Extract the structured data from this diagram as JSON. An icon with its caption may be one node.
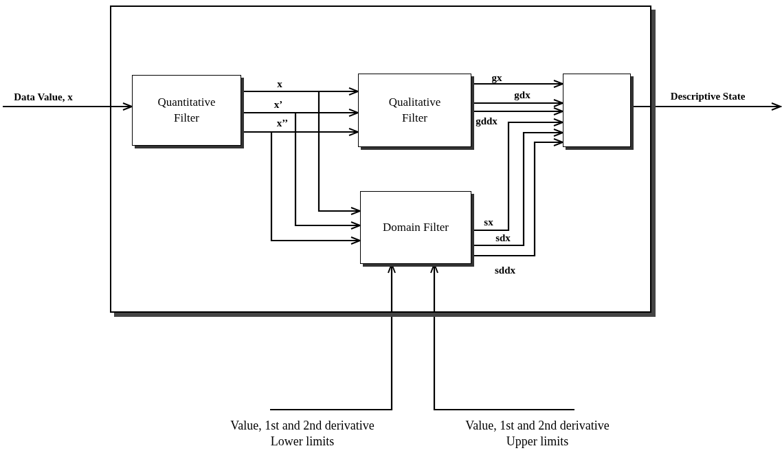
{
  "diagram": {
    "nodes": [
      {
        "text": [],
        "shape": "box"
      },
      {
        "text": [
          "Quantitative Filter"
        ],
        "in": 0
      },
      {
        "text": [
          "Qualitative Filter"
        ],
        "in": 0
      },
      {
        "text": [
          "Domain Filter"
        ],
        "in": 0
      },
      {
        "text": [],
        "shape": "box",
        "in": 0
      },
      {
        "text": [
          "Value, 1st and 2nd derivative Lower limits"
        ]
      },
      {
        "text": [
          "Value, 1st and 2nd derivative Upper limits"
        ]
      }
    ],
    "edges": [
      {
        "from": null,
        "to": 1,
        "arrow": "to",
        "label": "Data Value, x"
      },
      {
        "from": 1,
        "to": 2,
        "arrow": "to",
        "label": "x"
      },
      {
        "from": 1,
        "to": 2,
        "arrow": "to",
        "label": "x’"
      },
      {
        "from": 1,
        "to": 2,
        "arrow": "to",
        "label": "x’’"
      },
      {
        "from": 1,
        "to": 3,
        "arrow": "to"
      },
      {
        "from": 1,
        "to": 3,
        "arrow": "to"
      },
      {
        "from": 1,
        "to": 3,
        "arrow": "to"
      },
      {
        "from": 2,
        "to": 4,
        "arrow": "to",
        "label": "gx"
      },
      {
        "from": 2,
        "to": 4,
        "arrow": "to",
        "label": "gdx"
      },
      {
        "from": 2,
        "to": 4,
        "arrow": "to",
        "label": "gddx"
      },
      {
        "from": 3,
        "to": 4,
        "arrow": "to",
        "label": "sx"
      },
      {
        "from": 3,
        "to": 4,
        "arrow": "to",
        "label": "sdx"
      },
      {
        "from": 3,
        "to": 4,
        "arrow": "to",
        "label": "sddx"
      },
      {
        "from": 4,
        "to": null,
        "arrow": "to",
        "label": "Descriptive State"
      },
      {
        "from": 5,
        "to": 3,
        "arrow": "to"
      },
      {
        "from": 6,
        "to": 3,
        "arrow": "to"
      }
    ]
  }
}
